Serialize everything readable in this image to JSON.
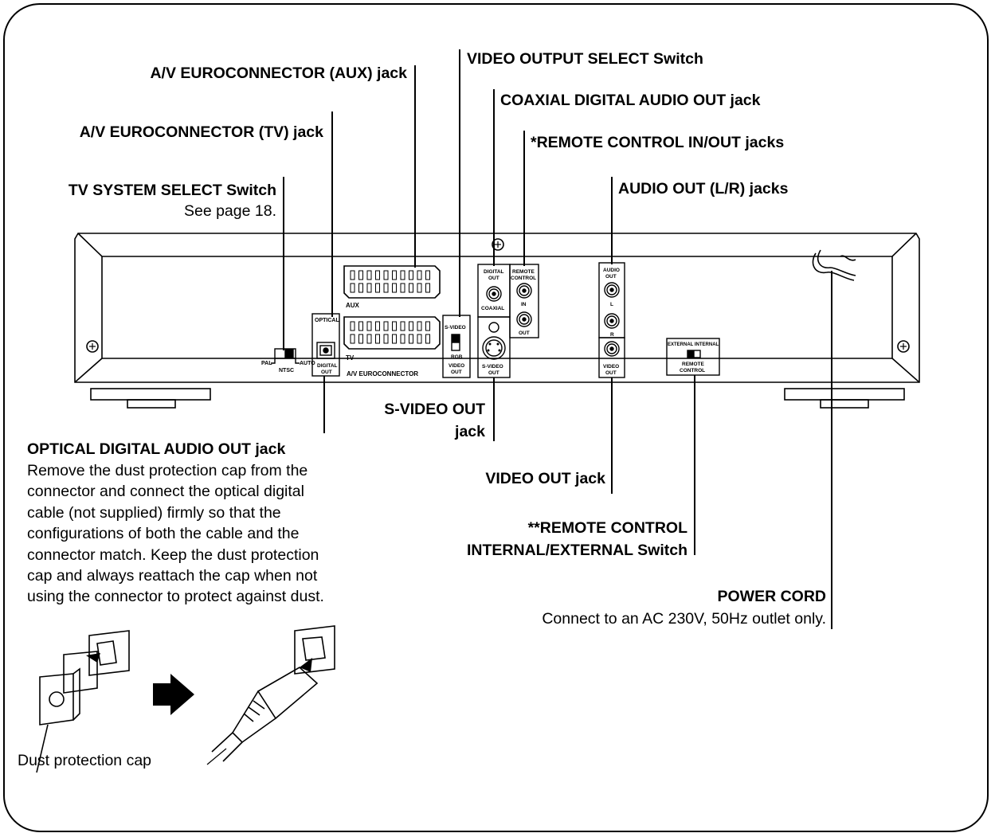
{
  "labels": {
    "av_aux": "A/V EUROCONNECTOR (AUX) jack",
    "video_output_select": "VIDEO OUTPUT SELECT Switch",
    "coaxial_out": "COAXIAL DIGITAL AUDIO OUT jack",
    "av_tv": "A/V EUROCONNECTOR (TV) jack",
    "remote_inout": "*REMOTE CONTROL IN/OUT jacks",
    "tv_system": "TV SYSTEM SELECT Switch",
    "tv_system_sub": "See page 18.",
    "audio_out": "AUDIO OUT (L/R) jacks",
    "svideo_line1": "S-VIDEO OUT",
    "svideo_line2": "jack",
    "optical_title": "OPTICAL DIGITAL AUDIO OUT jack",
    "optical_desc": [
      "Remove the dust protection cap from the",
      "connector and connect the optical digital",
      "cable (not supplied) firmly so that the",
      "configurations of both the cable and the",
      "connector match. Keep the dust protection",
      "cap and always reattach the cap when not",
      "using the connector to protect against dust."
    ],
    "video_out": "VIDEO OUT jack",
    "remote_switch_line1": "**REMOTE CONTROL",
    "remote_switch_line2": "INTERNAL/EXTERNAL Switch",
    "power_cord": "POWER CORD",
    "power_cord_sub": "Connect to an AC 230V, 50Hz outlet only.",
    "dust_cap": "Dust protection cap"
  },
  "panel": {
    "pal": "PAL",
    "auto": "AUTO",
    "ntsc": "NTSC",
    "optical": "OPTICAL",
    "digital_out": "DIGITAL\nOUT",
    "aux": "AUX",
    "tv": "TV",
    "av_euroconnector": "A/V EUROCONNECTOR",
    "s_video": "S-VIDEO",
    "rgb": "RGB",
    "video_out": "VIDEO\nOUT",
    "digital_out2": "DIGITAL\nOUT",
    "coaxial": "COAXIAL",
    "remote_control": "REMOTE\nCONTROL",
    "in": "IN",
    "out": "OUT",
    "s_video_out": "S-VIDEO\nOUT",
    "audio_out": "AUDIO\nOUT",
    "l": "L",
    "r": "R",
    "video_out2": "VIDEO\nOUT",
    "external_internal": "EXTERNAL  INTERNAL",
    "remote_control2": "REMOTE\nCONTROL"
  }
}
